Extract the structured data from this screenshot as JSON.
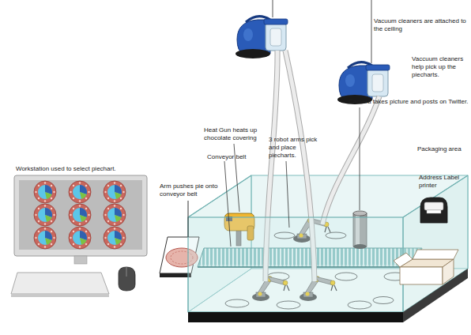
{
  "diagram": {
    "labels": [
      "Vacuum cleaners are attached to the ceiling",
      "Vaccuum cleaners help pick up the piecharts.",
      "Heat Gun heats up chocolate covering",
      "3 robot arms pick and place piecharts.",
      "Camera takes picture and posts on Twitter.",
      "Conveyor belt",
      "Packaging area",
      "Address Label printer",
      "Workstation used to select piechart.",
      "Arm pushes pie onto conveyor belt"
    ]
  }
}
